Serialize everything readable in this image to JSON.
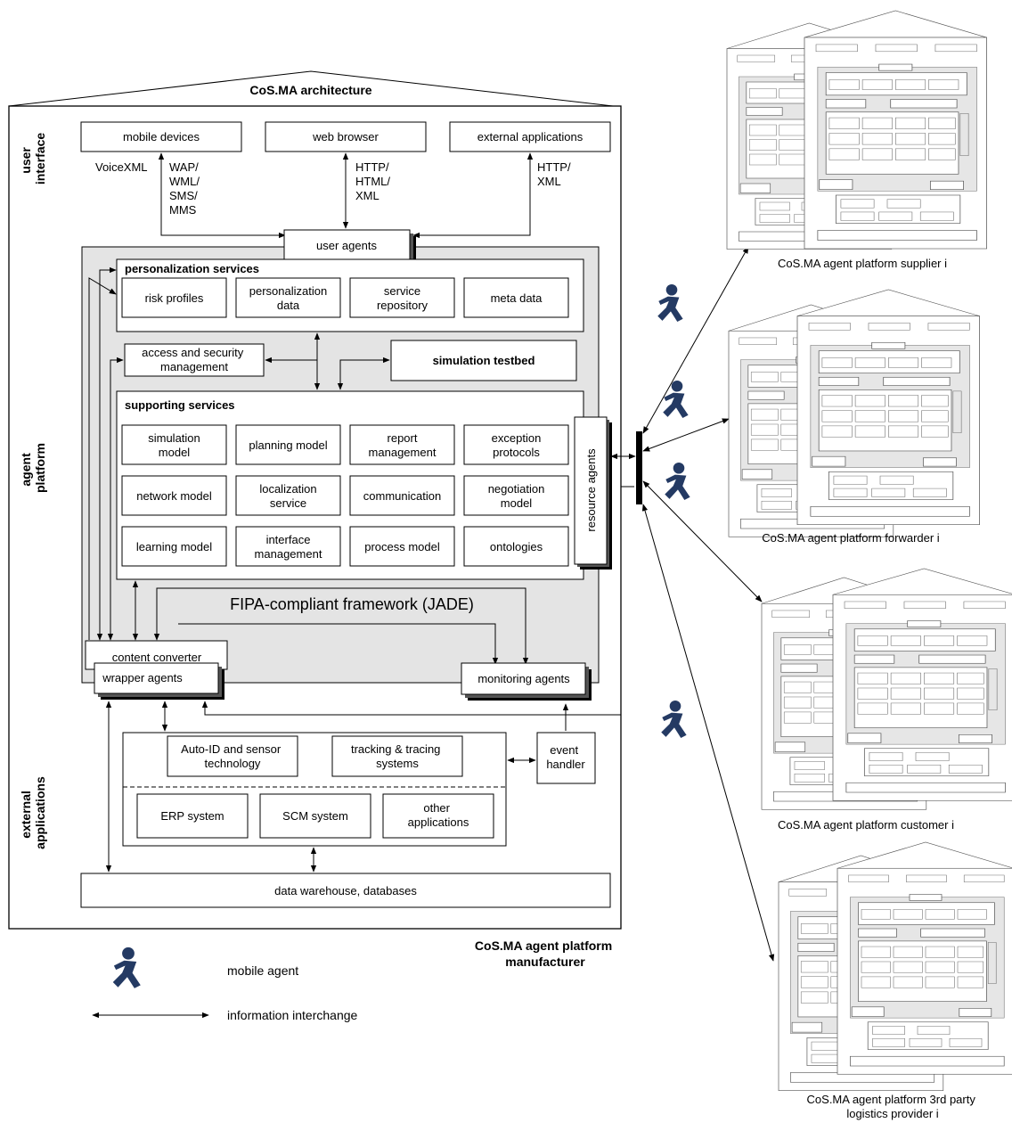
{
  "architecture_title": "CoS.MA architecture",
  "layers": {
    "user_interface": [
      "user",
      "interface"
    ],
    "agent_platform": [
      "agent",
      "platform"
    ],
    "external_applications": [
      "external",
      "applications"
    ]
  },
  "ui_devices": {
    "mobile": "mobile devices",
    "web": "web browser",
    "external": "external applications"
  },
  "protocols": {
    "voicexml": "VoiceXML",
    "mobile": [
      "WAP/",
      "WML/",
      "SMS/",
      "MMS"
    ],
    "web": [
      "HTTP/",
      "HTML/",
      "XML"
    ],
    "external": [
      "HTTP/",
      "XML"
    ]
  },
  "user_agents": "user agents",
  "personalization": {
    "title": "personalization services",
    "items": [
      [
        "risk profiles"
      ],
      [
        "personalization",
        "data"
      ],
      [
        "service",
        "repository"
      ],
      [
        "meta data"
      ]
    ]
  },
  "access_security": [
    "access and security",
    "management"
  ],
  "simulation_testbed": "simulation testbed",
  "supporting": {
    "title": "supporting services",
    "rows": [
      [
        [
          "simulation",
          "model"
        ],
        [
          "planning model"
        ],
        [
          "report",
          "management"
        ],
        [
          "exception",
          "protocols"
        ]
      ],
      [
        [
          "network model"
        ],
        [
          "localization",
          "service"
        ],
        [
          "communication"
        ],
        [
          "negotiation",
          "model"
        ]
      ],
      [
        [
          "learning model"
        ],
        [
          "interface",
          "management"
        ],
        [
          "process model"
        ],
        [
          "ontologies"
        ]
      ]
    ]
  },
  "resource_agents": "resource agents",
  "framework": "FIPA-compliant framework (JADE)",
  "content_converter": "content converter",
  "wrapper_agents": "wrapper agents",
  "monitoring_agents": "monitoring agents",
  "external_systems": {
    "auto_id": [
      "Auto-ID and sensor",
      "technology"
    ],
    "tracking": [
      "tracking & tracing",
      "systems"
    ],
    "event_handler": [
      "event",
      "handler"
    ],
    "erp": "ERP system",
    "scm": "SCM system",
    "other": [
      "other",
      "applications"
    ]
  },
  "data_warehouse": "data warehouse, databases",
  "platform_caption": [
    "CoS.MA agent platform",
    "manufacturer"
  ],
  "legend": {
    "mobile_agent": "mobile agent",
    "info_interchange": "information interchange"
  },
  "partners": [
    [
      "CoS.MA agent platform supplier i"
    ],
    [
      "CoS.MA agent platform forwarder i"
    ],
    [
      "CoS.MA agent platform customer i"
    ],
    [
      "CoS.MA agent platform 3rd party",
      "logistics provider i"
    ]
  ],
  "colors": {
    "platform_fill": "#e4e4e4",
    "agent_icon": "#243a63",
    "line": "#000000"
  }
}
